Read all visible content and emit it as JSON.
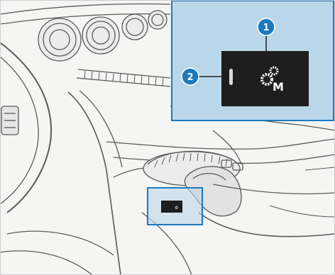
{
  "callouts": [
    {
      "number": "1",
      "target": "drive-program-button"
    },
    {
      "number": "2",
      "target": "indicator-lamp"
    }
  ],
  "button": {
    "icon": "gears-icon",
    "mode_letter": "M"
  },
  "colors": {
    "highlight": "#1d79bd",
    "inset_fill": "#bad7ea",
    "button_fill": "#1e1e1e",
    "line_art": "#555555"
  }
}
